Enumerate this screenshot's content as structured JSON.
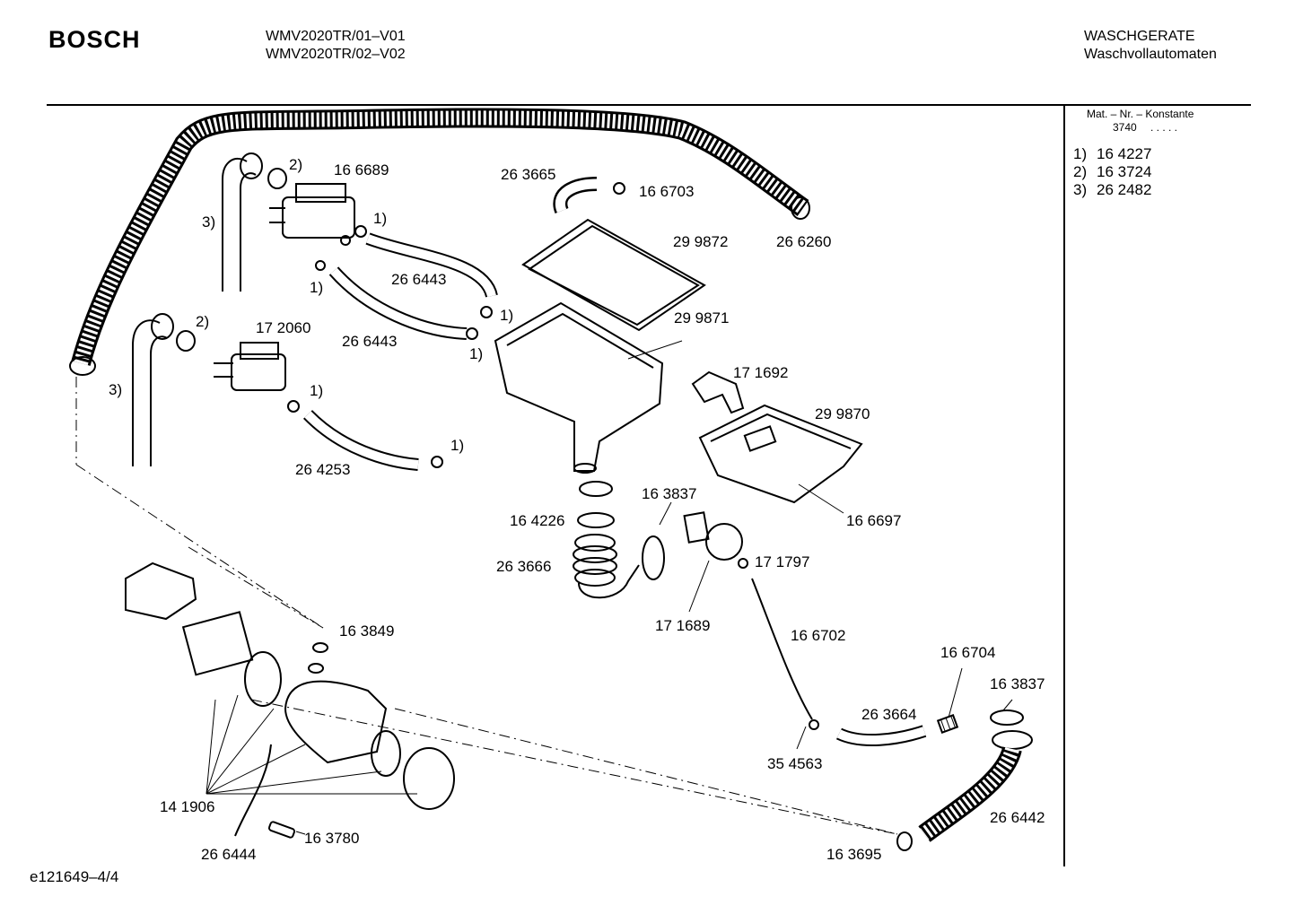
{
  "header": {
    "brand": "BOSCH",
    "model_1": "WMV2020TR/01–V01",
    "model_2": "WMV2020TR/02–V02",
    "category": "WASCHGERATE",
    "subcategory": "Waschvollautomaten"
  },
  "sidebar": {
    "konstante_label": "Mat. – Nr. – Konstante",
    "konstante_value": "3740",
    "konstante_dots": ". . . . .",
    "footnotes": [
      {
        "key": "1)",
        "value": "16 4227"
      },
      {
        "key": "2)",
        "value": "16 3724"
      },
      {
        "key": "3)",
        "value": "26 2482"
      }
    ]
  },
  "footer": {
    "diagram_id": "e121649–4/4"
  },
  "parts": {
    "p166689": "16 6689",
    "p263665": "26 3665",
    "p166703": "16 6703",
    "p299872": "29 9872",
    "p266260": "26 6260",
    "p266443a": "26 6443",
    "p266443b": "26 6443",
    "p172060": "17 2060",
    "p299871": "29 9871",
    "p171692": "17 1692",
    "p299870": "29 9870",
    "p264253": "26 4253",
    "p163837a": "16 3837",
    "p164226": "16 4226",
    "p166697": "16 6697",
    "p263666": "26 3666",
    "p171797": "17 1797",
    "p171689": "17 1689",
    "p163849": "16 3849",
    "p166702": "16 6702",
    "p166704": "16 6704",
    "p163837b": "16 3837",
    "p263664": "26 3664",
    "p354563": "35 4563",
    "p266442": "26 6442",
    "p141906": "14 1906",
    "p163780": "16 3780",
    "p266444": "26 6444",
    "p163695": "16 3695"
  },
  "callouts": {
    "c2a": "2)",
    "c3a": "3)",
    "c1a": "1)",
    "c1b": "1)",
    "c1c": "1)",
    "c1d": "1)",
    "c2b": "2)",
    "c3b": "3)",
    "c1e": "1)",
    "c1f": "1)"
  }
}
